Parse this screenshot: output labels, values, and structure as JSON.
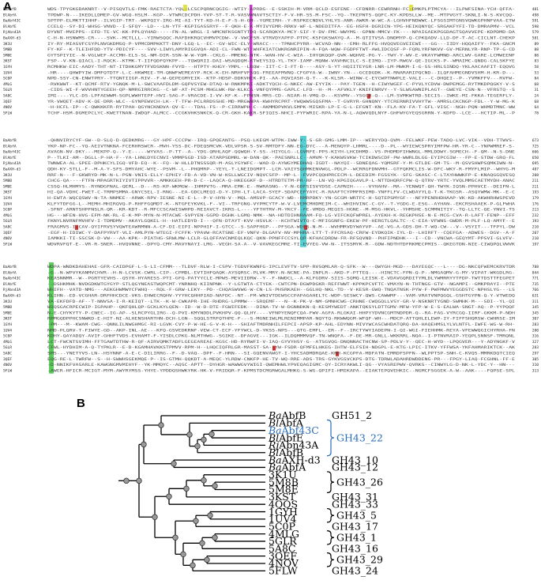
{
  "panel_a": {
    "label": "A",
    "seq_names": [
      "BaAbfB",
      "BlAbfA",
      "BaAbf43C",
      "BlAbfE",
      "RjAbn43A",
      "BaAXH-d3",
      "3K1U",
      "5M8B",
      "5M8E",
      "3KST",
      "1GYH",
      "1UV4",
      "5C0P",
      "4MLG",
      "5GLR",
      "5A8C",
      "3QEF",
      "4NOV",
      "5FLW"
    ],
    "blocks": [
      {
        "ends": [
          "481",
          "498",
          "591",
          "598",
          "579",
          "581",
          "89",
          "88",
          "88",
          "83",
          "58",
          "53",
          "84",
          "68",
          "31",
          "24",
          "68",
          "64",
          "78"
        ]
      },
      {
        "ends": [
          "673",
          "725",
          "666",
          "650",
          "695",
          "487",
          "208",
          "211",
          "211",
          "193",
          "179",
          "176",
          "213",
          "232",
          "193",
          "210",
          "207",
          "210",
          "197"
        ]
      },
      {
        "ends": [
          "788",
          "844",
          "771",
          "735",
          "766",
          "631",
          "311",
          "345",
          "345",
          "307",
          "283",
          "280",
          "316",
          "327",
          "283",
          "297",
          "305",
          "310",
          "313"
        ]
      }
    ],
    "highlight_colors": {
      "yellow": "#e4e24a",
      "magenta": "#cc33cc",
      "cyan": "#55cfd2",
      "green": "#5ccc5c",
      "red": "#d03030"
    }
  },
  "panel_b": {
    "label": "B",
    "leaves": [
      {
        "name": "BaAbfB",
        "family": "GH51_2"
      },
      {
        "name": "BlAbfA",
        "family": ""
      },
      {
        "name": "BaAbf43C",
        "family": "",
        "color": "#2a6ebb"
      },
      {
        "name": "BlAbfE",
        "family": ""
      },
      {
        "name": "RjAbn43A",
        "family": ""
      },
      {
        "name": "BlAbfB",
        "family": ""
      },
      {
        "name": "BaAXH-d3",
        "family": "GH43_10"
      },
      {
        "name": "BaAbfA",
        "family": "GH43_12"
      },
      {
        "name": "3K1U",
        "family": ""
      },
      {
        "name": "5M8B",
        "family": ""
      },
      {
        "name": "5M8E",
        "family": ""
      },
      {
        "name": "3KST",
        "family": "GH43_31"
      },
      {
        "name": "4QQS",
        "family": "GH43_33"
      },
      {
        "name": "1GYH",
        "family": ""
      },
      {
        "name": "1UV4",
        "family": ""
      },
      {
        "name": "5C0P",
        "family": "GH43_17"
      },
      {
        "name": "4MLG",
        "family": ""
      },
      {
        "name": "5GLR",
        "family": ""
      },
      {
        "name": "5A8C",
        "family": "GH43_16"
      },
      {
        "name": "3QEF",
        "family": ""
      },
      {
        "name": "4NOV",
        "family": ""
      },
      {
        "name": "5FLW",
        "family": "GH43_24"
      }
    ],
    "groups": [
      {
        "label": "GH43_22",
        "from": 1,
        "to": 5,
        "color": "#2a6ebb"
      },
      {
        "label": "GH43_26",
        "from": 8,
        "to": 10,
        "color": "#000000"
      },
      {
        "label": "GH43_5",
        "from": 13,
        "to": 14,
        "color": "#000000"
      },
      {
        "label": "GH43_1",
        "from": 16,
        "to": 17,
        "color": "#000000"
      },
      {
        "label": "GH43_29",
        "from": 19,
        "to": 20,
        "color": "#000000"
      }
    ]
  }
}
